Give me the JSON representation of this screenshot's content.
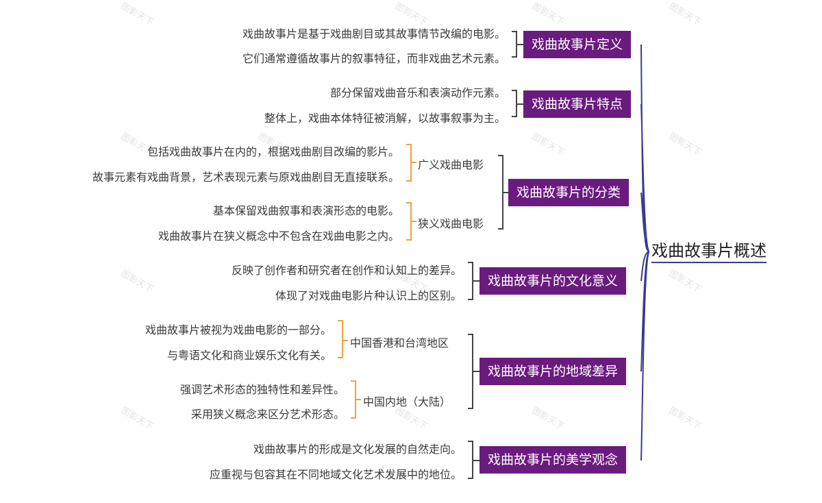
{
  "root": "戏曲故事片概述",
  "watermark": "图影天下",
  "branches": [
    {
      "title": "戏曲故事片定义",
      "leaves": [
        "戏曲故事片是基于戏曲剧目或其故事情节改编的电影。",
        "它们通常遵循故事片的叙事特征，而非戏曲艺术元素。"
      ]
    },
    {
      "title": "戏曲故事片特点",
      "leaves": [
        "部分保留戏曲音乐和表演动作元素。",
        "整体上，戏曲本体特征被消解，以故事叙事为主。"
      ]
    },
    {
      "title": "戏曲故事片的分类",
      "groups": [
        {
          "label": "广义戏曲电影",
          "leaves": [
            "包括戏曲故事片在内的，根据戏曲剧目改编的影片。",
            "故事元素有戏曲背景，艺术表现元素与原戏曲剧目无直接联系。"
          ]
        },
        {
          "label": "狭义戏曲电影",
          "leaves": [
            "基本保留戏曲叙事和表演形态的电影。",
            "戏曲故事片在狭义概念中不包含在戏曲电影之内。"
          ]
        }
      ]
    },
    {
      "title": "戏曲故事片的文化意义",
      "leaves": [
        "反映了创作者和研究者在创作和认知上的差异。",
        "体现了对戏曲电影片种认识上的区别。"
      ]
    },
    {
      "title": "戏曲故事片的地域差异",
      "groups": [
        {
          "label": "中国香港和台湾地区",
          "leaves": [
            "戏曲故事片被视为戏曲电影的一部分。",
            "与粤语文化和商业娱乐文化有关。"
          ]
        },
        {
          "label": "中国内地（大陆）",
          "leaves": [
            "强调艺术形态的独特性和差异性。",
            "采用狭义概念来区分艺术形态。"
          ]
        }
      ]
    },
    {
      "title": "戏曲故事片的美学观念",
      "leaves": [
        "戏曲故事片的形成是文化发展的自然走向。",
        "应重视与包容其在不同地域文化艺术发展中的地位。"
      ]
    }
  ],
  "colors": {
    "box": "#6a1b7e",
    "main_line": "#3b3b8f",
    "group_bracket": "#f0a040"
  }
}
